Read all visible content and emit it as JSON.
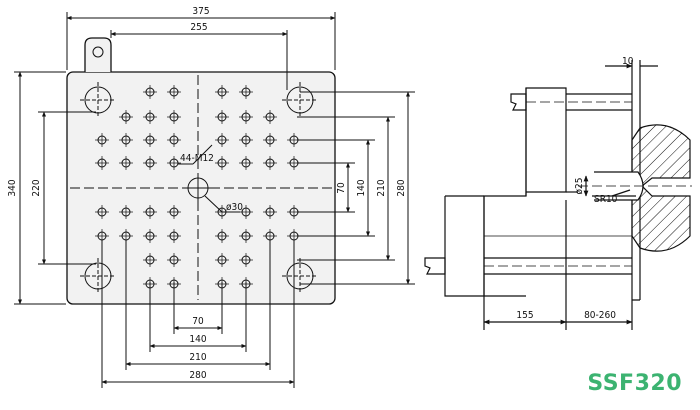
{
  "model": "SSF320",
  "colors": {
    "line": "#111111",
    "plate": "#f2f2f2",
    "brand": "#3cb371"
  },
  "front_view": {
    "dims_top": [
      "375",
      "255"
    ],
    "dims_left": [
      "340",
      "220"
    ],
    "dims_right": [
      "70",
      "140",
      "210",
      "280"
    ],
    "dims_bottom": [
      "70",
      "140",
      "210",
      "280"
    ],
    "callouts": [
      "44-M12",
      "ø30"
    ]
  },
  "side_view": {
    "dims": [
      "10",
      "155",
      "80-260"
    ],
    "callouts": [
      "ø25",
      "SR10"
    ]
  }
}
